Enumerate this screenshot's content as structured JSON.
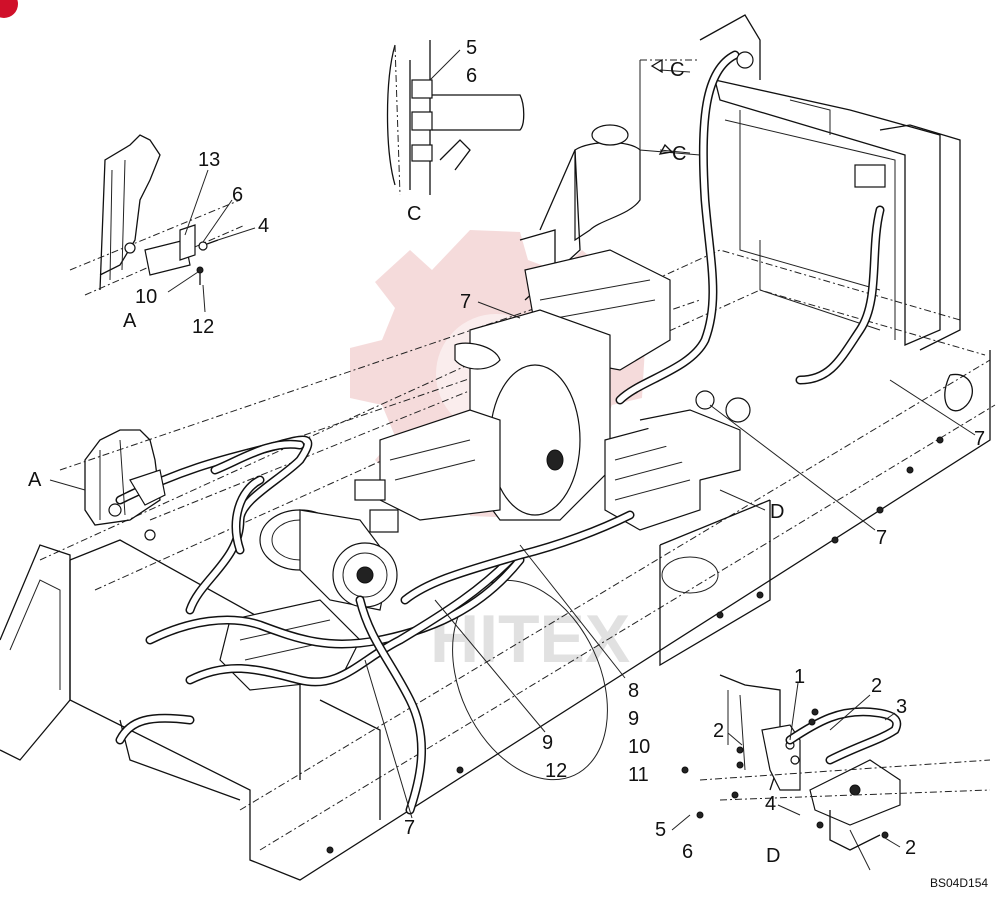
{
  "diagram": {
    "code": "BS04D154",
    "watermark_text": "HITEX",
    "colors": {
      "line": "#111111",
      "watermark": "#e8b0b0",
      "corner_badge": "#d0102a"
    },
    "detail_views": {
      "A": {
        "view_label": "A",
        "callouts": [
          "13",
          "6",
          "4",
          "10",
          "12"
        ]
      },
      "C": {
        "view_label": "C",
        "callouts": [
          "5",
          "6"
        ]
      },
      "D": {
        "view_label": "D",
        "callouts": [
          "1",
          "2",
          "3",
          "2",
          "4",
          "5",
          "6",
          "2"
        ]
      }
    },
    "main_view": {
      "section_markers": [
        "C",
        "C",
        "A",
        "D"
      ],
      "callouts": [
        "7",
        "7",
        "7",
        "8",
        "9",
        "10",
        "11",
        "9",
        "12",
        "7"
      ]
    }
  }
}
